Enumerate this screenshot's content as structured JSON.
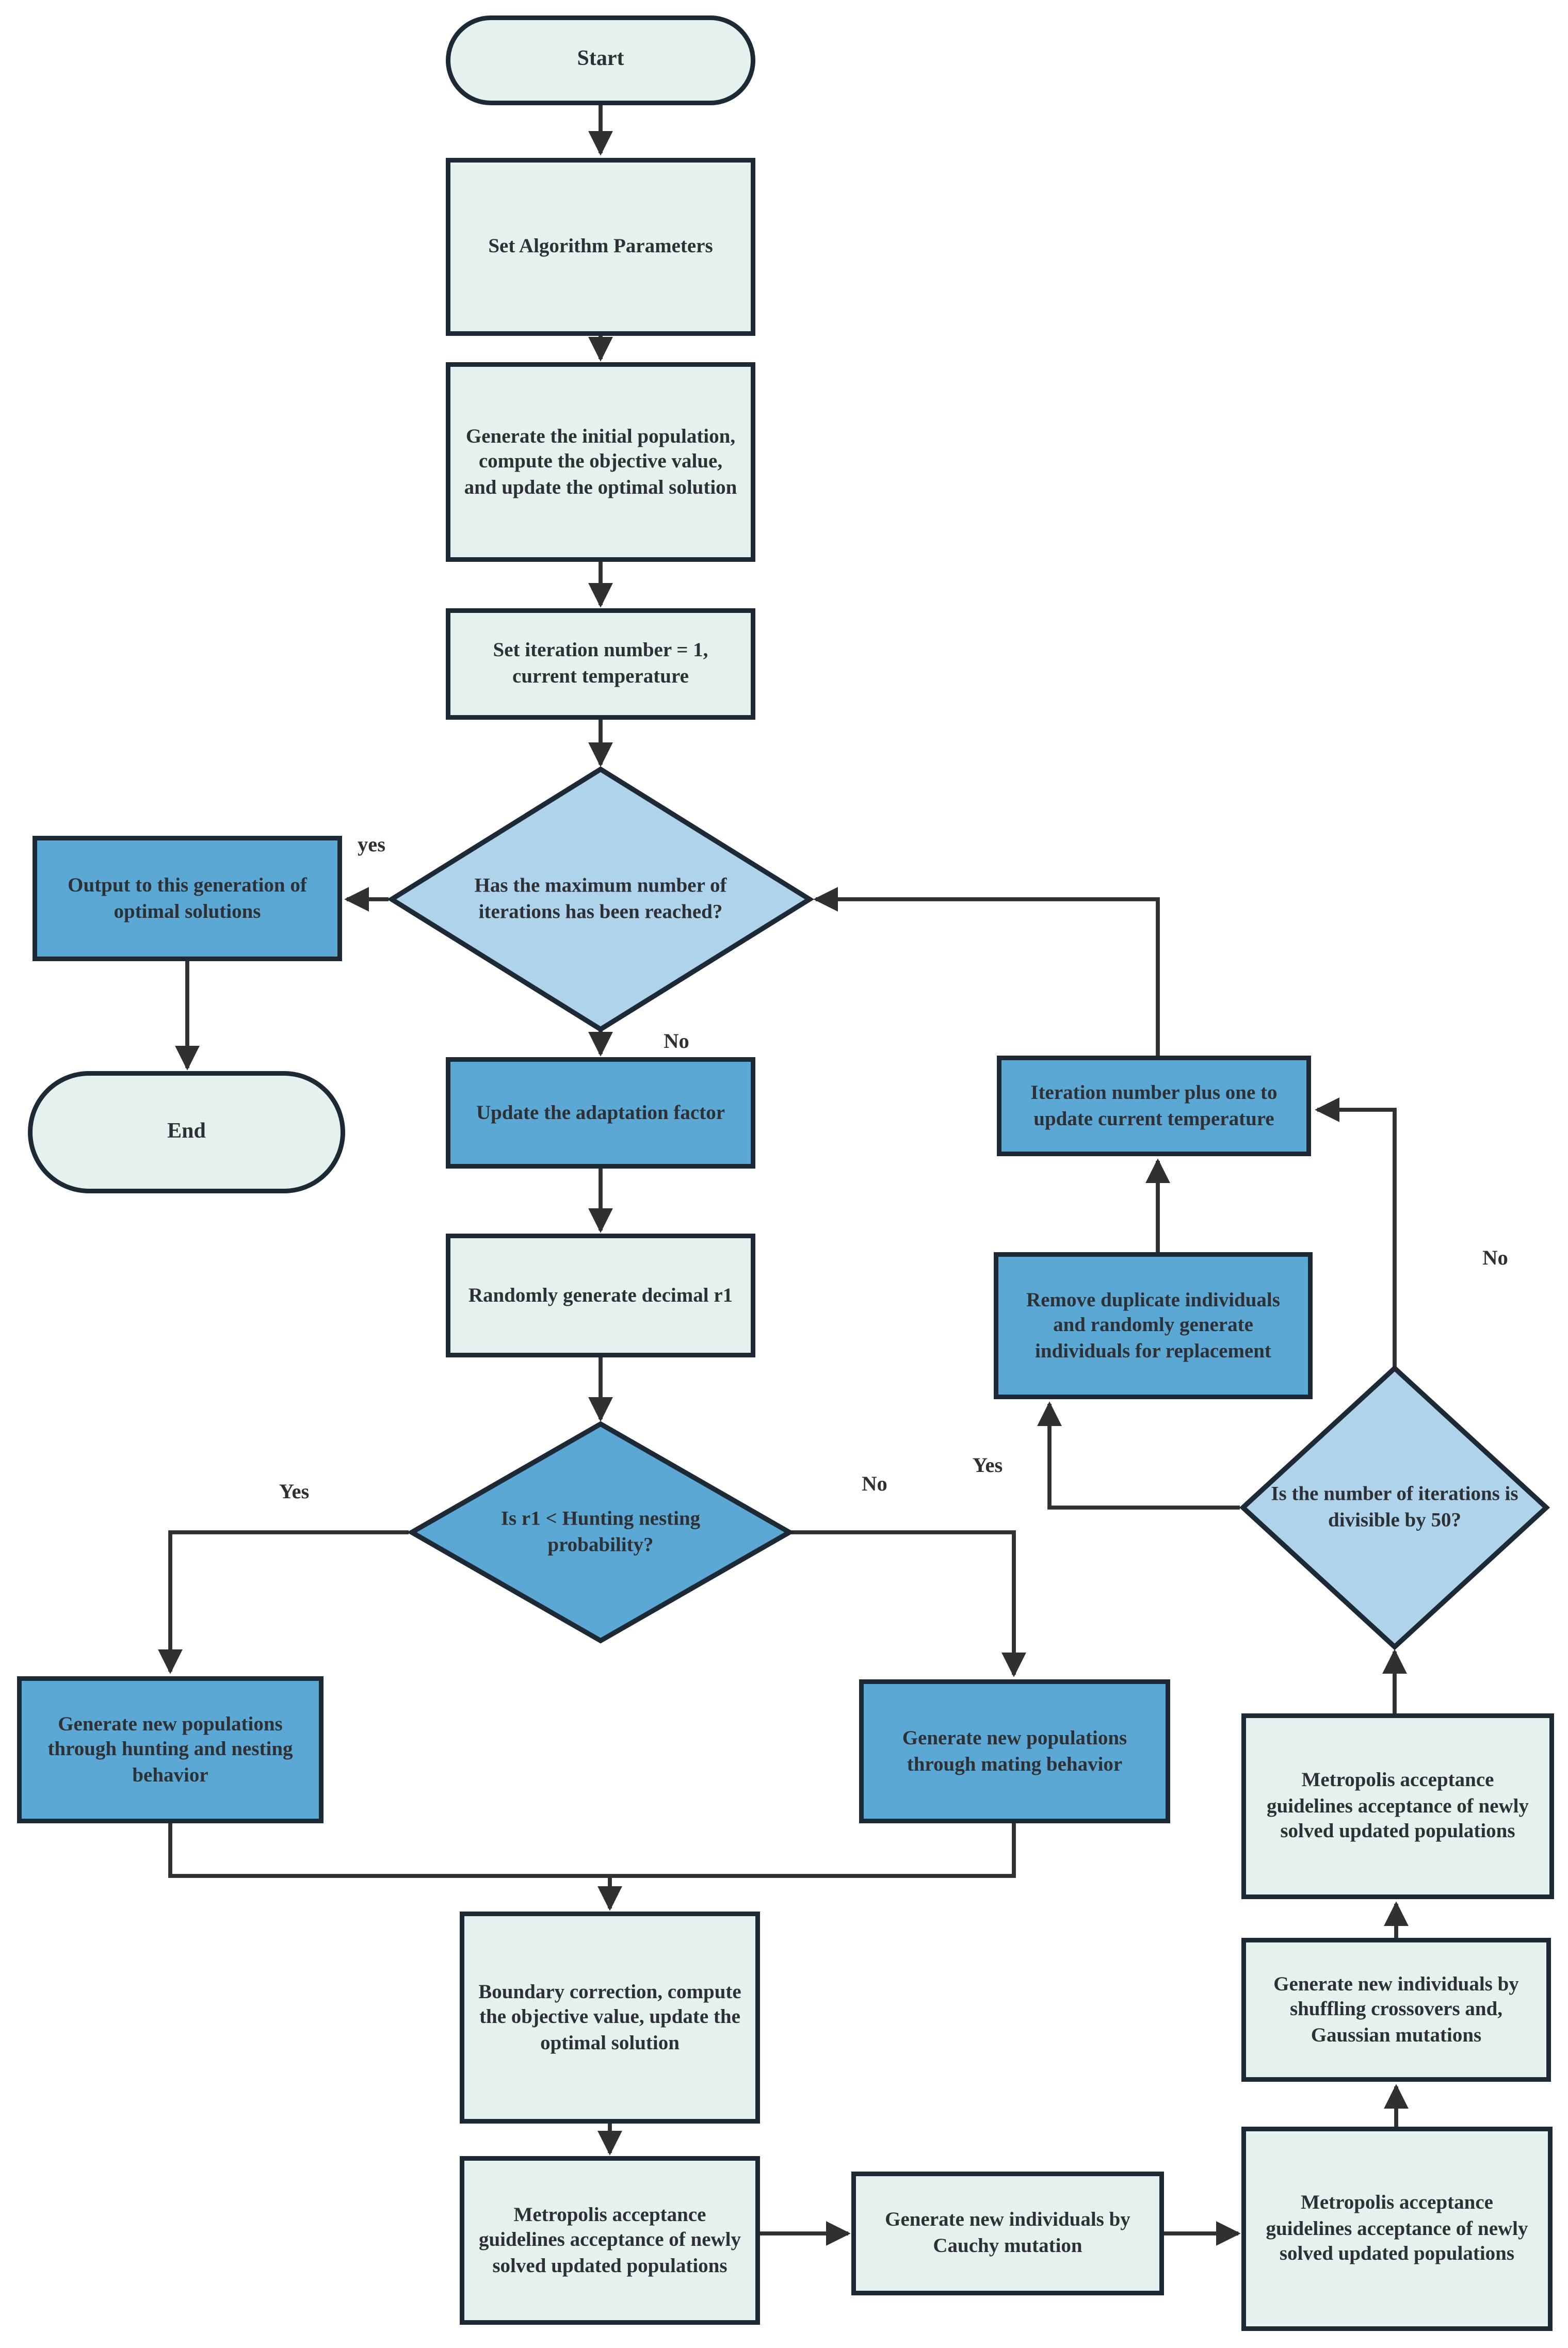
{
  "palette": {
    "page_bg": "#ffffff",
    "light_fill": "#e4f1ef",
    "diamond_fill": "#aed3ea",
    "dark_fill": "#5ba8d4",
    "border": "#1d2a36",
    "arrow": "#303030",
    "text": "#2d3136"
  },
  "nodes": {
    "start": {
      "label": "Start"
    },
    "set_params": {
      "label": "Set Algorithm Parameters"
    },
    "generate_initial": {
      "label": "Generate the initial population, compute the objective value, and update the optimal solution"
    },
    "set_iteration": {
      "label": "Set iteration number = 1, current temperature"
    },
    "max_iter_decision": {
      "label": "Has the maximum number of iterations has been reached?"
    },
    "output_solutions": {
      "label": "Output to this generation of optimal solutions"
    },
    "end": {
      "label": "End"
    },
    "update_adaptation": {
      "label": "Update the adaptation factor"
    },
    "random_r1": {
      "label": "Randomly generate decimal r1"
    },
    "hunting_decision": {
      "label": "Is r1 < Hunting nesting probability?"
    },
    "hunting_behavior": {
      "label": "Generate new populations through hunting and nesting behavior"
    },
    "mating_behavior": {
      "label": "Generate new populations through mating behavior"
    },
    "boundary_correction": {
      "label": "Boundary correction, compute the objective value, update the optimal solution"
    },
    "metropolis_left": {
      "label": "Metropolis acceptance guidelines acceptance of newly solved updated populations"
    },
    "cauchy_mutation": {
      "label": "Generate new individuals by Cauchy mutation"
    },
    "metropolis_right": {
      "label": "Metropolis acceptance guidelines acceptance of newly solved updated populations"
    },
    "shuffling_crossover": {
      "label": "Generate new individuals by shuffling crossovers and, Gaussian mutations"
    },
    "metropolis_top": {
      "label": "Metropolis acceptance guidelines acceptance of newly solved updated populations"
    },
    "divisible_decision": {
      "label": "Is the number of iterations is divisible by 50?"
    },
    "remove_duplicates": {
      "label": "Remove duplicate individuals and randomly generate individuals for replacement"
    },
    "iteration_plus_one": {
      "label": "Iteration number plus one to update current temperature"
    }
  },
  "edge_labels": {
    "yes_output": "yes",
    "no_main": "No",
    "yes_hunting": "Yes",
    "no_mating": "No",
    "yes_divisible": "Yes",
    "no_divisible": "No"
  }
}
